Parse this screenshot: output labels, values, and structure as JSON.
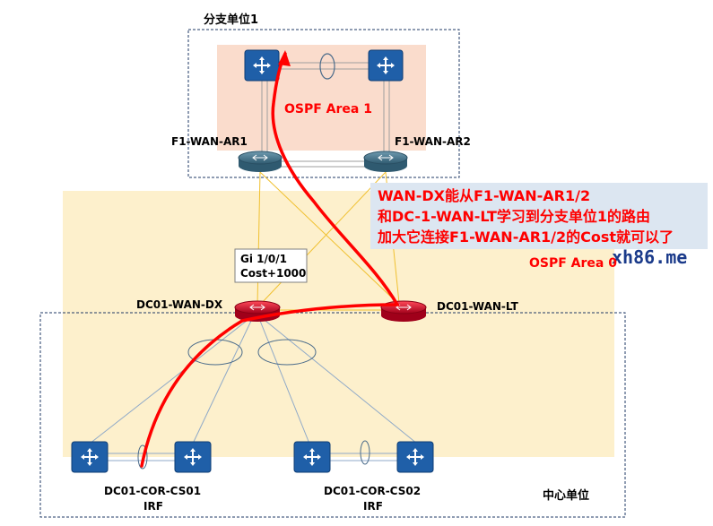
{
  "regions": {
    "branch_title": "分支单位1",
    "center_title": "中心单位",
    "area1_label": "OSPF Area 1",
    "area0_label": "OSPF Area 0"
  },
  "devices": {
    "f1_ar1": "F1-WAN-AR1",
    "f1_ar2": "F1-WAN-AR2",
    "dc_dx": "DC01-WAN-DX",
    "dc_lt": "DC01-WAN-LT",
    "cs01": "DC01-COR-CS01",
    "cs01_sub": "IRF",
    "cs02": "DC01-COR-CS02",
    "cs02_sub": "IRF"
  },
  "interface_box": {
    "line1": "Gi 1/0/1",
    "line2": "Cost+1000"
  },
  "annotation": {
    "line1": "WAN-DX能从F1-WAN-AR1/2",
    "line2": "和DC-1-WAN-LT学习到分支单位1的路由",
    "line3": "加大它连接F1-WAN-AR1/2的Cost就可以了"
  },
  "watermark": "xh86.me",
  "colors": {
    "area0_fill": "#fdf0cc",
    "area1_fill": "#fadccc",
    "annotation_fill": "#dce6f1",
    "path_red": "#ff0000",
    "switch_blue": "#1f5fa8",
    "router_teal": "#3f6f86",
    "router_red": "#c8102e"
  }
}
